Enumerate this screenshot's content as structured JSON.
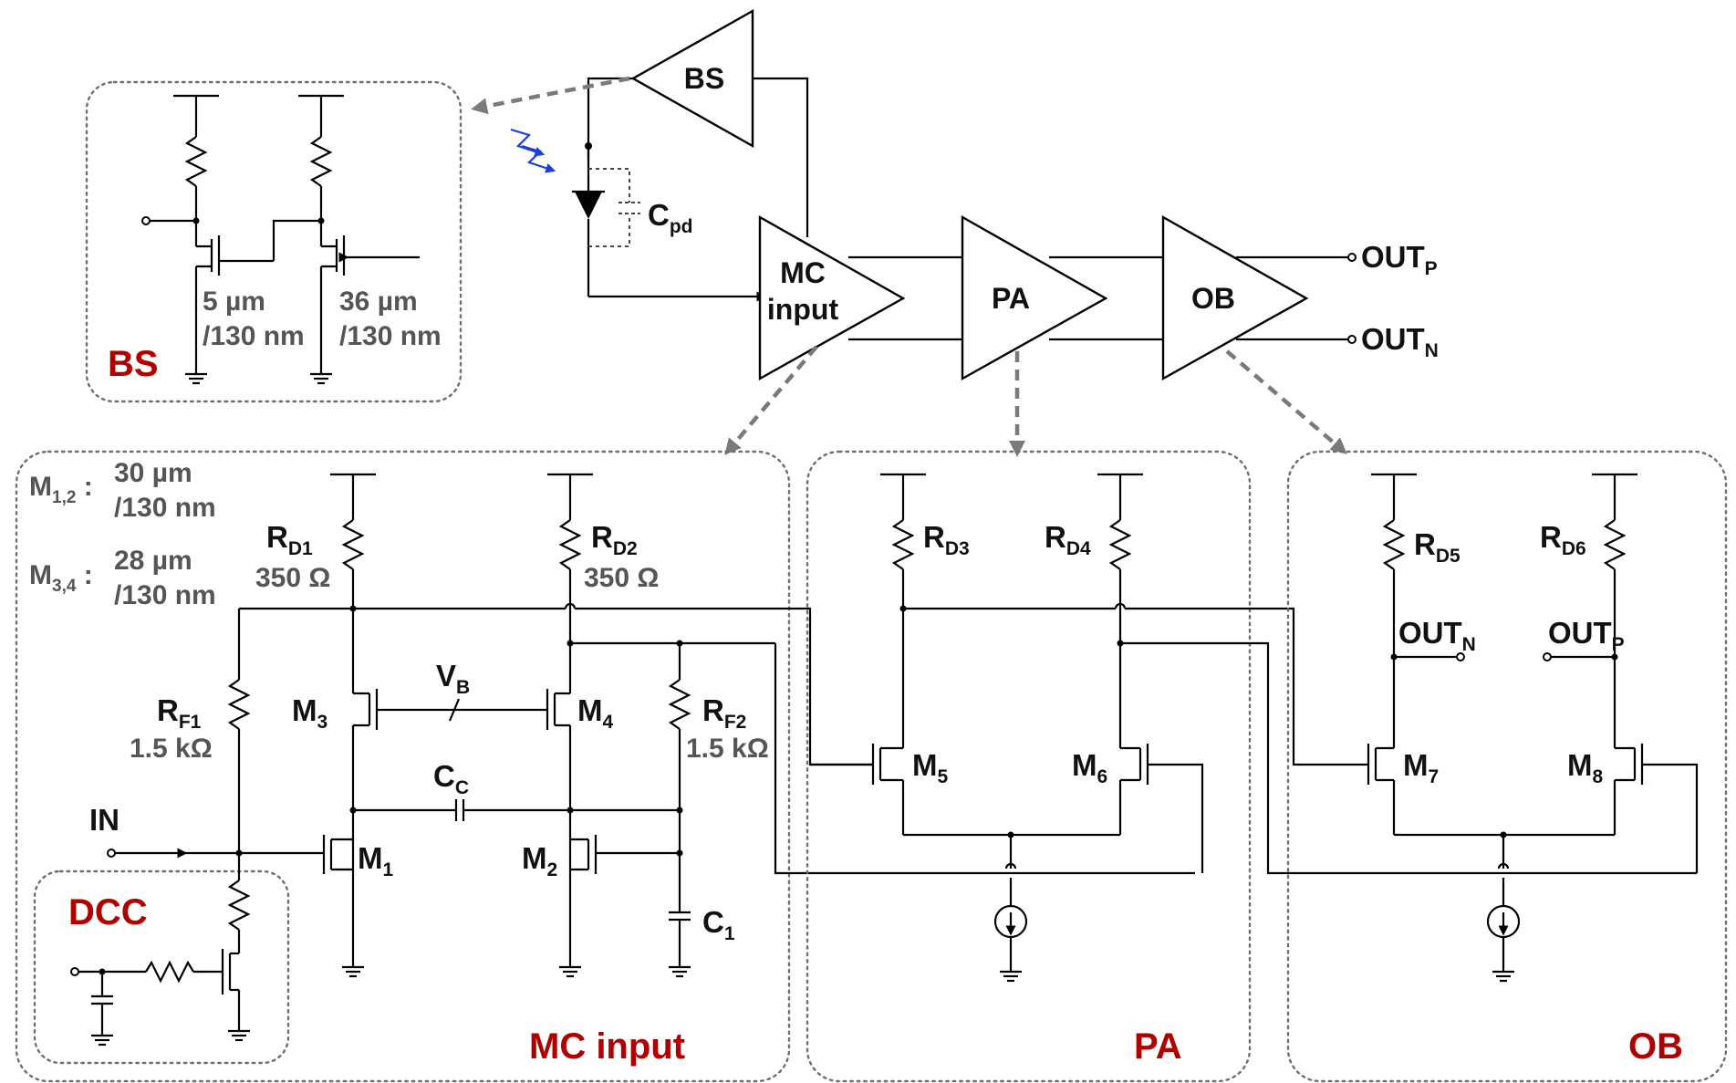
{
  "blocks": {
    "bs": "BS",
    "mc_line1": "MC",
    "mc_line2": "input",
    "pa": "PA",
    "ob": "OB"
  },
  "outputs": {
    "outp": "OUT",
    "outp_sub": "P",
    "outn": "OUT",
    "outn_sub": "N"
  },
  "photodiode": {
    "cap": "C",
    "cap_sub": "pd"
  },
  "bs_detail": {
    "title": "BS",
    "size1_line1": "5 µm",
    "size1_line2": "/130 nm",
    "size2_line1": "36 µm",
    "size2_line2": "/130 nm"
  },
  "mc_detail": {
    "title": "MC input",
    "m12": "M",
    "m12_sub": "1,2",
    "m12_size1": "30 µm",
    "m12_size2": "/130 nm",
    "m34": "M",
    "m34_sub": "3,4",
    "m34_size1": "28 µm",
    "m34_size2": "/130 nm",
    "rd1": "R",
    "rd1_sub": "D1",
    "rd1_val": "350 Ω",
    "rd2": "R",
    "rd2_sub": "D2",
    "rd2_val": "350 Ω",
    "rf1": "R",
    "rf1_sub": "F1",
    "rf1_val": "1.5 kΩ",
    "rf2": "R",
    "rf2_sub": "F2",
    "rf2_val": "1.5 kΩ",
    "vb": "V",
    "vb_sub": "B",
    "cc": "C",
    "cc_sub": "C",
    "c1": "C",
    "c1_sub": "1",
    "m1": "M",
    "m1_sub": "1",
    "m2": "M",
    "m2_sub": "2",
    "m3": "M",
    "m3_sub": "3",
    "m4": "M",
    "m4_sub": "4",
    "in": "IN",
    "dcc": "DCC"
  },
  "pa_detail": {
    "title": "PA",
    "rd3": "R",
    "rd3_sub": "D3",
    "rd4": "R",
    "rd4_sub": "D4",
    "m5": "M",
    "m5_sub": "5",
    "m6": "M",
    "m6_sub": "6"
  },
  "ob_detail": {
    "title": "OB",
    "rd5": "R",
    "rd5_sub": "D5",
    "rd6": "R",
    "rd6_sub": "D6",
    "outn": "OUT",
    "outn_sub": "N",
    "outp": "OUT",
    "outp_sub": "P",
    "m7": "M",
    "m7_sub": "7",
    "m8": "M",
    "m8_sub": "8"
  },
  "colors": {
    "title_red": "#b00000",
    "light_blue": "#1f3fd6",
    "dashed_gray": "#7a7a7a"
  }
}
